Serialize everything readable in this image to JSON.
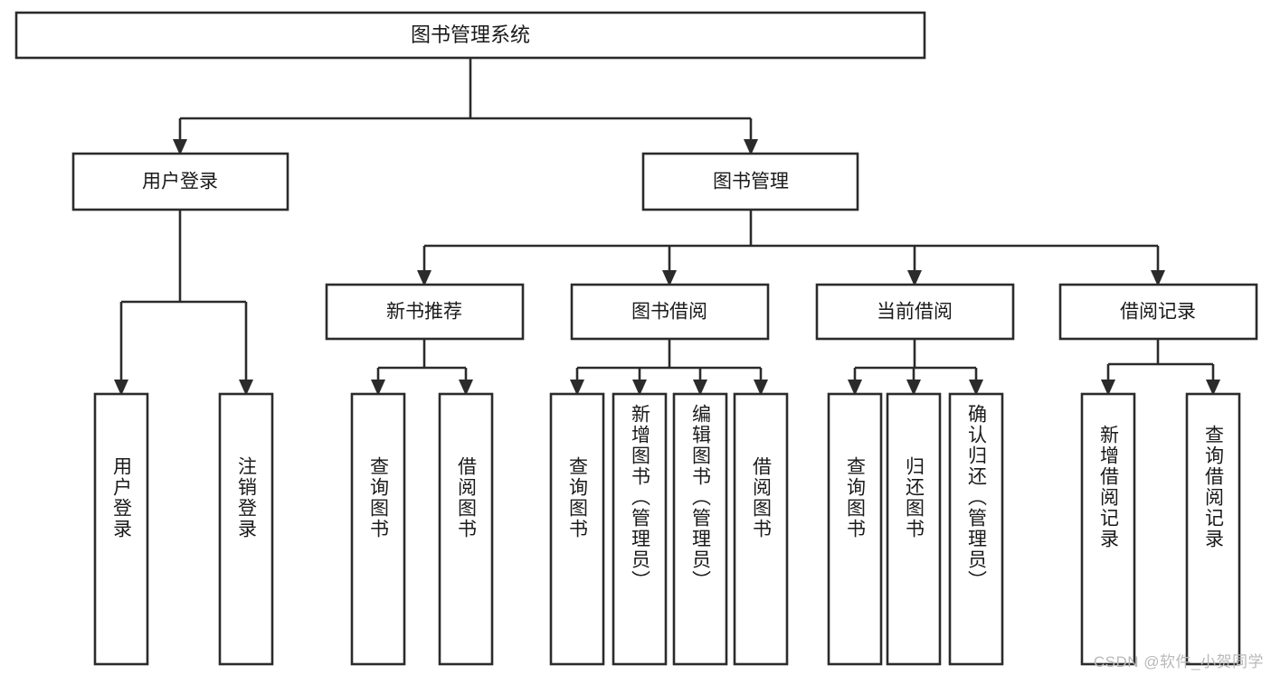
{
  "diagram": {
    "type": "tree",
    "title": "图书管理系统",
    "orientation": "top-down",
    "watermark": "CSDN @软件_小贺同学",
    "nodes": {
      "root": {
        "label": "图书管理系统",
        "level": 0
      },
      "l2": [
        {
          "id": "user-login",
          "label": "用户登录"
        },
        {
          "id": "book-management",
          "label": "图书管理"
        }
      ],
      "l3": [
        {
          "id": "new-book-recommend",
          "label": "新书推荐",
          "parent": "book-management"
        },
        {
          "id": "book-borrow",
          "label": "图书借阅",
          "parent": "book-management"
        },
        {
          "id": "current-borrow",
          "label": "当前借阅",
          "parent": "book-management"
        },
        {
          "id": "borrow-record",
          "label": "借阅记录",
          "parent": "book-management"
        }
      ],
      "leaves": [
        {
          "id": "leaf-user-login",
          "label": "用户登录",
          "parent": "user-login"
        },
        {
          "id": "leaf-logout",
          "label": "注销登录",
          "parent": "user-login"
        },
        {
          "id": "leaf-query-book-1",
          "label": "查询图书",
          "parent": "new-book-recommend"
        },
        {
          "id": "leaf-borrow-book-1",
          "label": "借阅图书",
          "parent": "new-book-recommend"
        },
        {
          "id": "leaf-query-book-2",
          "label": "查询图书",
          "parent": "book-borrow"
        },
        {
          "id": "leaf-add-book",
          "label": "新增图书（管理员）",
          "parent": "book-borrow"
        },
        {
          "id": "leaf-edit-book",
          "label": "编辑图书（管理员）",
          "parent": "book-borrow"
        },
        {
          "id": "leaf-borrow-book-2",
          "label": "借阅图书",
          "parent": "book-borrow"
        },
        {
          "id": "leaf-query-book-3",
          "label": "查询图书",
          "parent": "current-borrow"
        },
        {
          "id": "leaf-return-book",
          "label": "归还图书",
          "parent": "current-borrow"
        },
        {
          "id": "leaf-confirm-return",
          "label": "确认归还（管理员）",
          "parent": "current-borrow"
        },
        {
          "id": "leaf-add-record",
          "label": "新增借阅记录",
          "parent": "borrow-record"
        },
        {
          "id": "leaf-query-record",
          "label": "查询借阅记录",
          "parent": "borrow-record"
        }
      ]
    },
    "colors": {
      "box_stroke": "#2b2b2b",
      "box_fill": "#ffffff",
      "text": "#1a1a1a",
      "background": "#ffffff",
      "watermark": "#b9b9b9"
    }
  }
}
